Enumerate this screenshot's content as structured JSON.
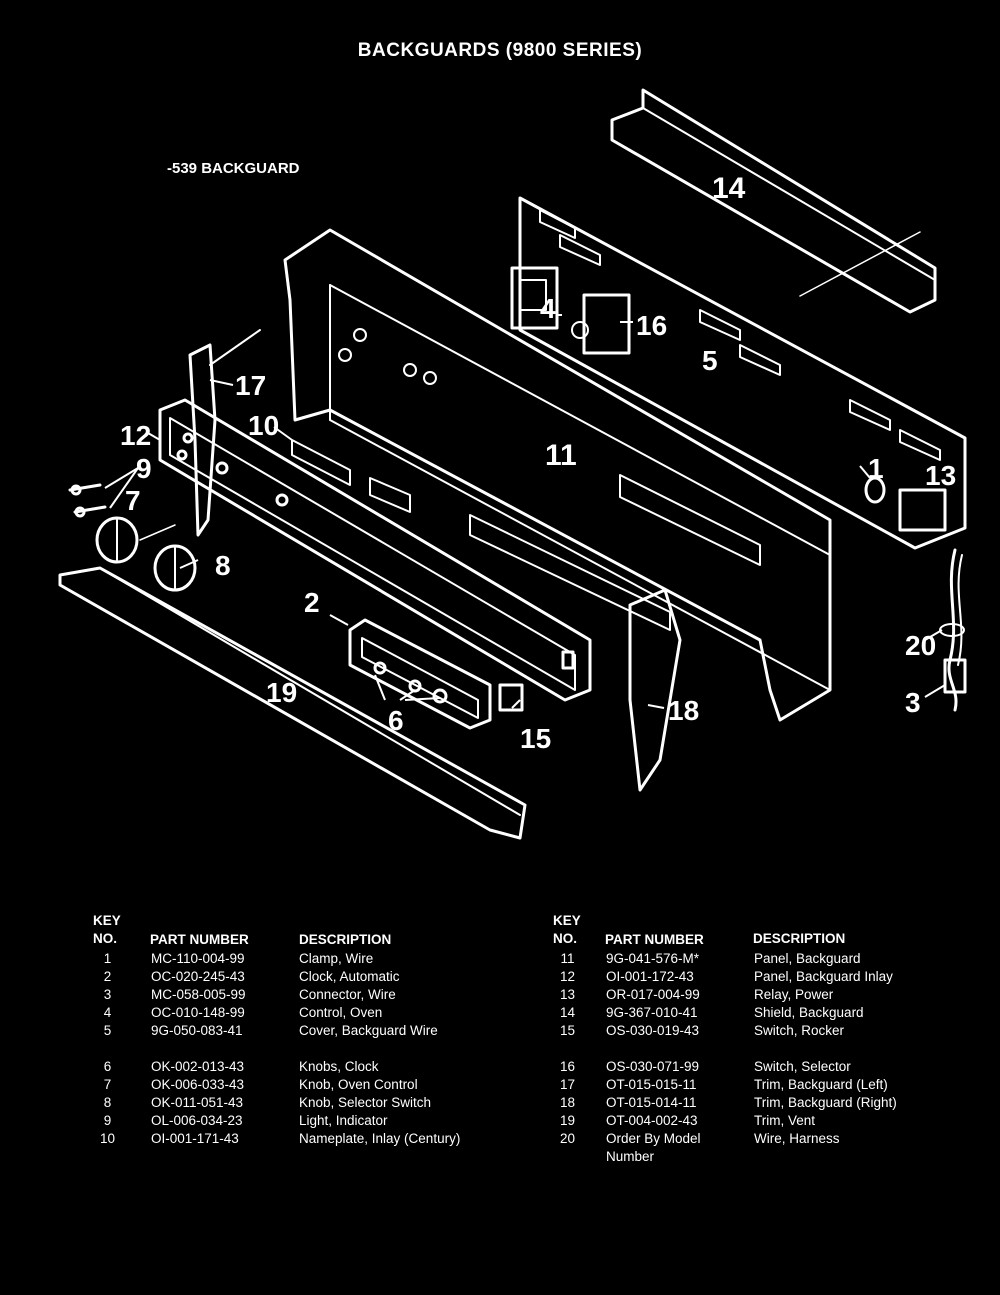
{
  "title": "BACKGUARDS (9800 SERIES)",
  "subtitle": "-539 BACKGUARD",
  "callouts": [
    "1",
    "2",
    "3",
    "4",
    "5",
    "6",
    "7",
    "8",
    "9",
    "10",
    "11",
    "12",
    "13",
    "14",
    "15",
    "16",
    "17",
    "18",
    "19",
    "20"
  ],
  "table_headers": {
    "key_line1": "KEY",
    "key_line2": "NO.",
    "part_number": "PART NUMBER",
    "description": "DESCRIPTION"
  },
  "parts_left": [
    {
      "key": "1",
      "part": "MC-110-004-99",
      "desc": "Clamp, Wire"
    },
    {
      "key": "2",
      "part": "OC-020-245-43",
      "desc": "Clock, Automatic"
    },
    {
      "key": "3",
      "part": "MC-058-005-99",
      "desc": "Connector, Wire"
    },
    {
      "key": "4",
      "part": "OC-010-148-99",
      "desc": "Control, Oven"
    },
    {
      "key": "5",
      "part": "9G-050-083-41",
      "desc": "Cover, Backguard Wire"
    },
    {
      "key": "6",
      "part": "OK-002-013-43",
      "desc": "Knobs, Clock"
    },
    {
      "key": "7",
      "part": "OK-006-033-43",
      "desc": "Knob, Oven Control"
    },
    {
      "key": "8",
      "part": "OK-011-051-43",
      "desc": "Knob, Selector Switch"
    },
    {
      "key": "9",
      "part": "OL-006-034-23",
      "desc": "Light, Indicator"
    },
    {
      "key": "10",
      "part": "OI-001-171-43",
      "desc": "Nameplate, Inlay (Century)"
    }
  ],
  "parts_right": [
    {
      "key": "11",
      "part": "9G-041-576-M*",
      "desc": "Panel, Backguard"
    },
    {
      "key": "12",
      "part": "OI-001-172-43",
      "desc": "Panel, Backguard Inlay"
    },
    {
      "key": "13",
      "part": "OR-017-004-99",
      "desc": "Relay, Power"
    },
    {
      "key": "14",
      "part": "9G-367-010-41",
      "desc": "Shield, Backguard"
    },
    {
      "key": "15",
      "part": "OS-030-019-43",
      "desc": "Switch, Rocker"
    },
    {
      "key": "16",
      "part": "OS-030-071-99",
      "desc": "Switch, Selector"
    },
    {
      "key": "17",
      "part": "OT-015-015-11",
      "desc": "Trim, Backguard (Left)"
    },
    {
      "key": "18",
      "part": "OT-015-014-11",
      "desc": "Trim, Backguard (Right)"
    },
    {
      "key": "19",
      "part": "OT-004-002-43",
      "desc": "Trim, Vent"
    },
    {
      "key": "20",
      "part": "Order By Model",
      "part2": "Number",
      "desc": "Wire, Harness"
    }
  ]
}
